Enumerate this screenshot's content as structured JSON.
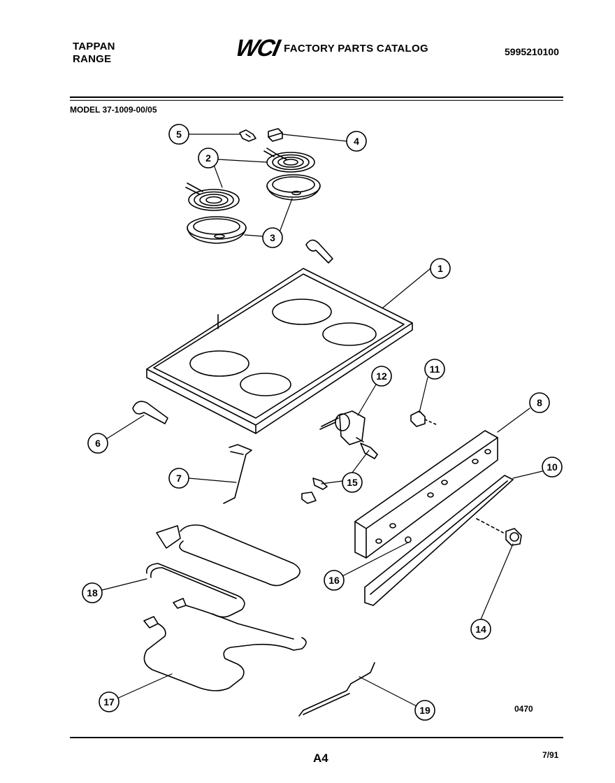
{
  "header": {
    "brand_line1": "TAPPAN",
    "brand_line2": "RANGE",
    "logo": "WCI",
    "catalog_title": "FACTORY PARTS CATALOG",
    "catalog_number": "5995210100"
  },
  "model": "MODEL 37-1009-00/05",
  "diagram": {
    "code": "0470",
    "callouts": [
      "1",
      "2",
      "3",
      "4",
      "5",
      "6",
      "7",
      "8",
      "10",
      "11",
      "12",
      "14",
      "15",
      "16",
      "17",
      "18",
      "19"
    ]
  },
  "footer": {
    "page": "A4",
    "date": "7/91"
  }
}
